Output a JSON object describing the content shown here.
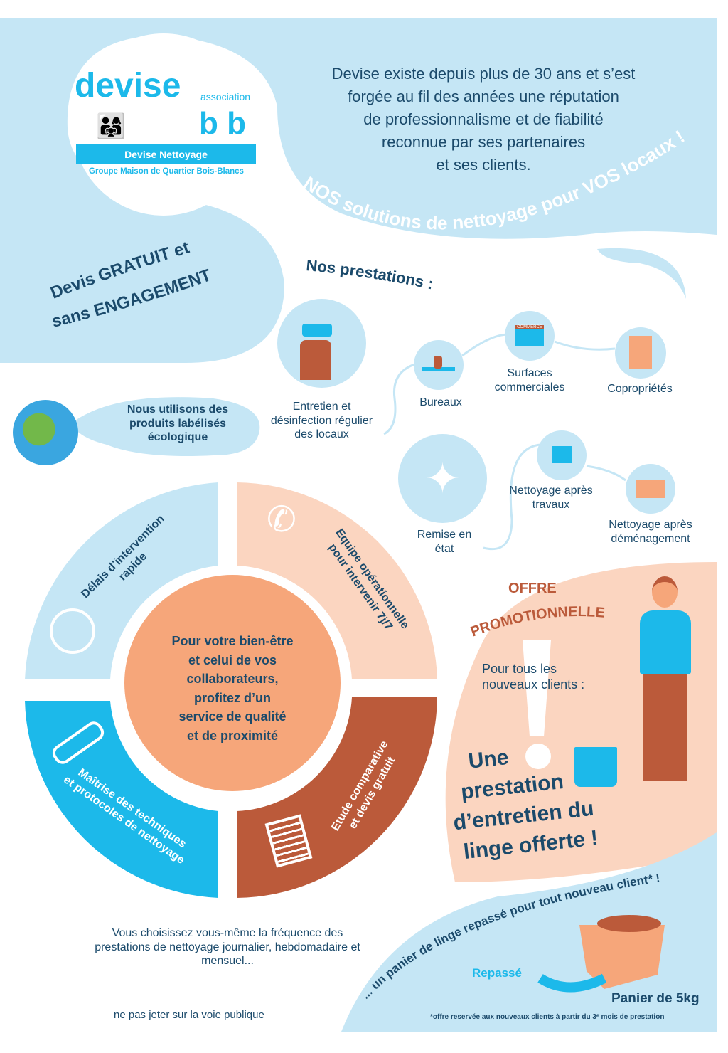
{
  "logo": {
    "name": "devise",
    "association": "association",
    "bb": "b b",
    "banner": "Devise Nettoyage",
    "group": "Groupe Maison de Quartier Bois-Blancs"
  },
  "intro": [
    "Devise existe depuis plus de 30 ans et s’est",
    "forgée au fil des années une réputation",
    "de professionnalisme et de fiabilité",
    "reconnue par ses partenaires",
    "et ses clients."
  ],
  "slogan": "NOS solutions de nettoyage pour VOS locaux !",
  "devis": {
    "line1": "Devis GRATUIT et",
    "line2": "sans ENGAGEMENT"
  },
  "eco": [
    "Nous utilisons des",
    "produits labélisés",
    "écologique"
  ],
  "prestations": {
    "title": "Nos prestations :",
    "items": [
      {
        "label": "Entretien et désinfection régulier des locaux",
        "icon": "spray-bottle-icon"
      },
      {
        "label": "Bureaux",
        "icon": "desk-icon"
      },
      {
        "label": "Surfaces commerciales",
        "icon": "shop-icon",
        "sign": "COMMERCE"
      },
      {
        "label": "Copropriétés",
        "icon": "building-icon"
      },
      {
        "label": "Remise en état",
        "icon": "sparkle-icon"
      },
      {
        "label": "Nettoyage après travaux",
        "icon": "bucket-icon"
      },
      {
        "label": "Nettoyage après déménagement",
        "icon": "box-icon"
      }
    ]
  },
  "wheel": {
    "center": [
      "Pour votre bien-être",
      "et celui de vos",
      "collaborateurs,",
      "profitez d’un",
      "service de qualité",
      "et de proximité"
    ],
    "q1": [
      "Délais d’intervention",
      "rapide"
    ],
    "q2": [
      "Equipe opérationnelle",
      "pour intervenir 7j/7"
    ],
    "q3": [
      "Maîtrise des techniques",
      "et protocoles de nettoyage"
    ],
    "q4": [
      "Etude comparative",
      "et devis gratuit"
    ]
  },
  "offre": {
    "title1": "OFFRE",
    "title2": "PROMOTIONNELLE",
    "sub": [
      "Pour tous les",
      "nouveaux clients :"
    ],
    "main": [
      "Une",
      "prestation",
      "d’entretien du",
      "linge offerte !"
    ]
  },
  "frequence": [
    "Vous choisissez vous-même la fréquence des",
    "prestations de nettoyage journalier, hebdomadaire et",
    "mensuel..."
  ],
  "panier": {
    "curve": "... un panier de linge repassé pour tout nouveau client* !",
    "repasse": "Repassé",
    "weight": "Panier de 5kg",
    "note": "*offre reservée aux nouveaux clients à partir du 3ᵉ mois de prestation"
  },
  "footer": "ne pas jeter sur la voie publique",
  "colors": {
    "lightblue": "#c5e6f5",
    "cyan": "#1cb9ea",
    "navy": "#1b4a6b",
    "peach": "#f6a67a",
    "lightpeach": "#fbd5c0",
    "rust": "#bb5a3a"
  }
}
